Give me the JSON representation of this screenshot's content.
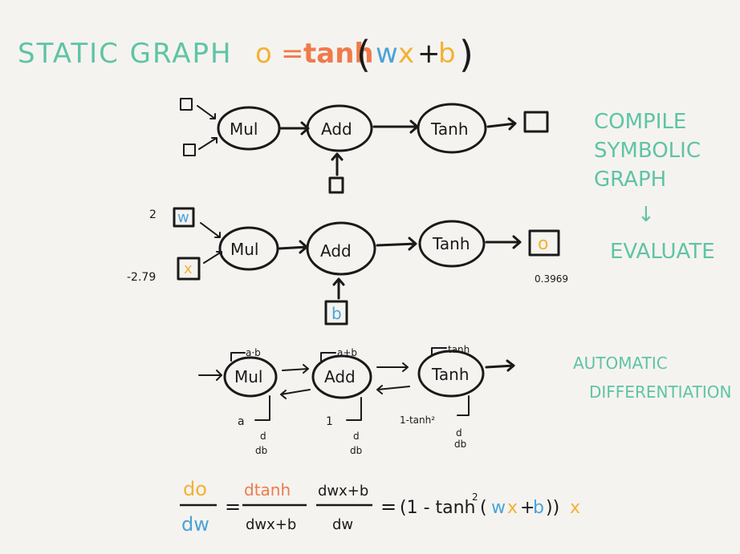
{
  "title": "STATIC GRAPH",
  "equation": {
    "o": "o",
    "eq": "=",
    "tanh": "tanh",
    "lparen": "(",
    "w": "w",
    "x": "x",
    "plus": "+",
    "b": "b",
    "rparen": ")"
  },
  "colors": {
    "teal": "#5ec4a6",
    "orange": "#f07a4a",
    "yellow": "#f2b233",
    "blue": "#4aa3d8",
    "ink": "#1a1a1a"
  },
  "row1": {
    "mul": "Mul",
    "add": "Add",
    "tanh": "Tanh"
  },
  "row2": {
    "mul": "Mul",
    "add": "Add",
    "tanh": "Tanh",
    "w_value": "2",
    "x_value": "-2.79",
    "w": "w",
    "x": "x",
    "b": "b",
    "o": "o",
    "output": "0.3969"
  },
  "row3": {
    "mul": "Mul",
    "add": "Add",
    "tanh": "Tanh",
    "mul_fwd": "a·b",
    "add_fwd": "a+b",
    "tanh_fwd": "tanh",
    "mul_grad": "a",
    "add_grad": "1",
    "tanh_grad": "1-tanh²",
    "d_num": "d",
    "d_den": "db"
  },
  "side": {
    "compile_line1": "COMPILE",
    "compile_line2": "SYMBOLIC",
    "compile_line3": "GRAPH",
    "arrow": "↓",
    "evaluate": "EVALUATE",
    "autodiff_line1": "AUTOMATIC",
    "autodiff_line2": "DIFFERENTIATION"
  },
  "formula": {
    "do": "do",
    "dw": "dw",
    "eq1": "=",
    "dtanh": "dtanh",
    "dwxb": "dwx+b",
    "dwxb_num": "dwx+b",
    "dw2": "dw",
    "eq2": "=",
    "rhs_open": "(1 - tanh",
    "sq": "2",
    "rhs_paren": "(",
    "rhs_w": "w",
    "rhs_x": "x",
    "rhs_plus": "+",
    "rhs_b": "b",
    "rhs_close": "))",
    "rhs_times_x": "x"
  }
}
